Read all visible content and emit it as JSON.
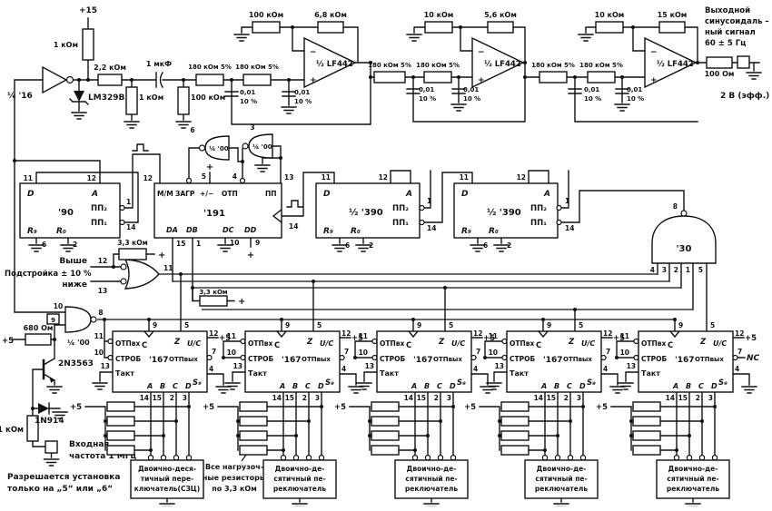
{
  "labels": {
    "p15": "+15",
    "p5": "+5",
    "plus": "+",
    "minus": "−",
    "nc": "NC",
    "r1k": "1 кОм",
    "r2k2": "2,2 кОм",
    "c1uf": "1 мкФ",
    "r100k": "100 кОм",
    "r180k": "180 кОм 5%",
    "c001": "0,01",
    "c10": "10 %",
    "r6k8": "6,8 кОм",
    "r10k": "10 кОм",
    "r5k6": "5,6 кОм",
    "r15k": "15 кОм",
    "r100": "100 Ом",
    "r680": "680 Ом",
    "r3k3": "3,3 кОм",
    "inv16": "⅙ '16",
    "zener": "LM329B",
    "opamp": "½ LF442",
    "g00": "¼ '00",
    "g30": "'30",
    "c90": "'90",
    "c191": "'191",
    "c390": "½ '390",
    "c167": "'167",
    "inD": "D",
    "inA": "A",
    "pp2": "ПП₂",
    "pp1": "ПП₁",
    "r9": "R₉",
    "r0": "R₀",
    "mm": "М/М",
    "zagr": "ЗАГР",
    "updn": "+/−",
    "otp": "ОТП",
    "pp": "ПП",
    "da": "DA",
    "db": "DB",
    "dc": "DC",
    "dd": "DD",
    "otpin": "ОТПвх",
    "strobe": "СТРОБ",
    "takt": "Такт",
    "otpout": "ОТПвых",
    "uc": "U/C",
    "z": "Z",
    "cclk": "С",
    "s9": "S₉",
    "ba": "A",
    "bb": "B",
    "bc": "C",
    "bd": "D",
    "out1": "Выходной",
    "out2": "синусоидаль –",
    "out3": "ный сигнал",
    "out4": "60 ± 5 Гц",
    "outv": "2 В (эфф.)",
    "q": "2N3563",
    "d1n914": "1N914",
    "fin1": "Входная",
    "fin2": "частота 1 МГц",
    "note1": "Разрешается установка",
    "note2": "только на „5“ или „6“",
    "tuneHi": "Выше",
    "tune": "Подстройка ± 10 %",
    "tuneLo": "ниже",
    "load1": "Все нагрузоч-",
    "load2": "ные резисторы",
    "load3": "по 3,3 кОм"
  },
  "pins": {
    "n1": "1",
    "n2": "2",
    "n3": "3",
    "n4": "4",
    "n5": "5",
    "n6": "6",
    "n7": "7",
    "n8": "8",
    "n9": "9",
    "n10": "10",
    "n11": "11",
    "n12": "12",
    "n13": "13",
    "n14": "14",
    "n15": "15"
  },
  "units": [
    {
      "caption": [
        "Двоично-деся-",
        "тичный пере-",
        "ключатель(СЗЦ)"
      ]
    },
    {
      "caption": [
        "Двоично-де-",
        "сятичный пе-",
        "реключатель"
      ]
    },
    {
      "caption": [
        "Двоично-де-",
        "сятичный пе-",
        "реключатель"
      ]
    },
    {
      "caption": [
        "Двоично-де-",
        "сятичный пе-",
        "реключатель"
      ]
    },
    {
      "caption": [
        "Двоично-де-",
        "сятичный пе-",
        "реключатель"
      ]
    }
  ]
}
